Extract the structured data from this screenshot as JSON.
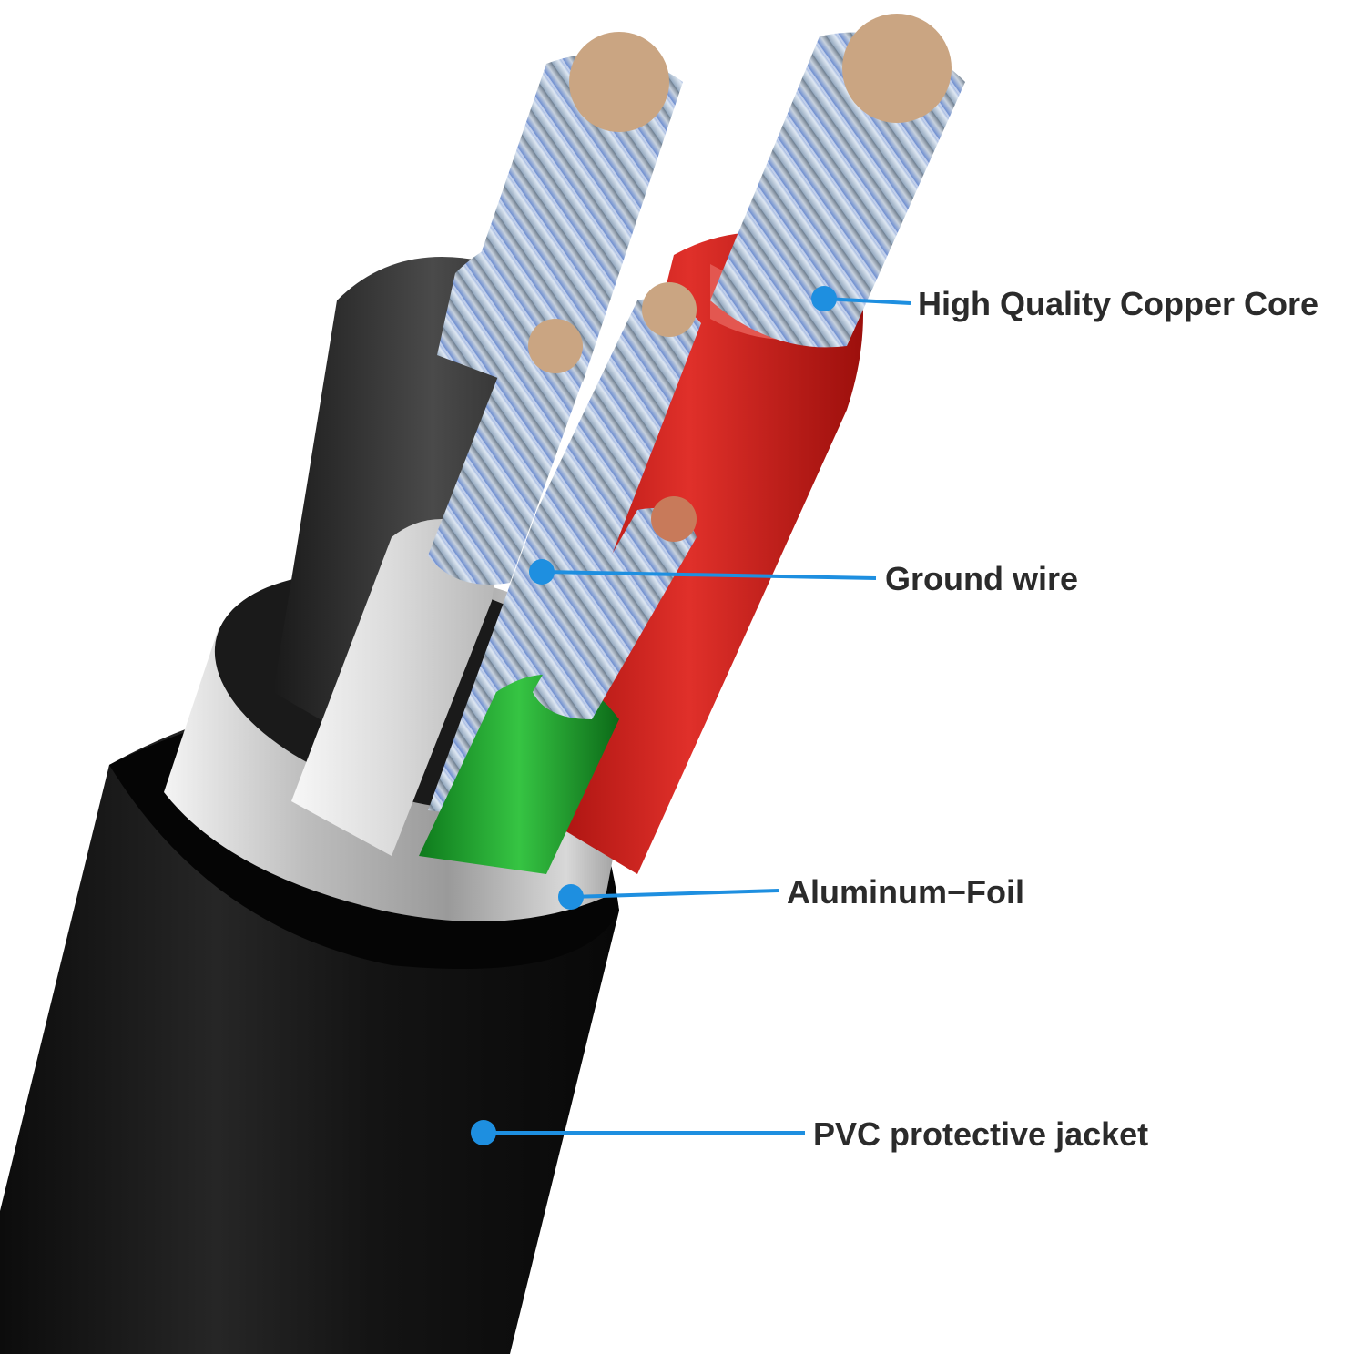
{
  "callouts": {
    "copper_core": "High Quality Copper Core",
    "ground_wire": "Ground wire",
    "aluminum_foil": "Aluminum−Foil",
    "pvc_jacket": "PVC protective jacket"
  },
  "colors": {
    "callout_line": "#1e8fe0",
    "label_text": "#2b2b2b",
    "jacket": "#151515",
    "foil": "#c9c9c9",
    "wire_black": "#2a2a2a",
    "wire_red": "#d3201c",
    "wire_white": "#e8e8e8",
    "wire_green": "#1c9a2a",
    "copper": "#e7b792",
    "strand_blue": "#3a86ff"
  }
}
